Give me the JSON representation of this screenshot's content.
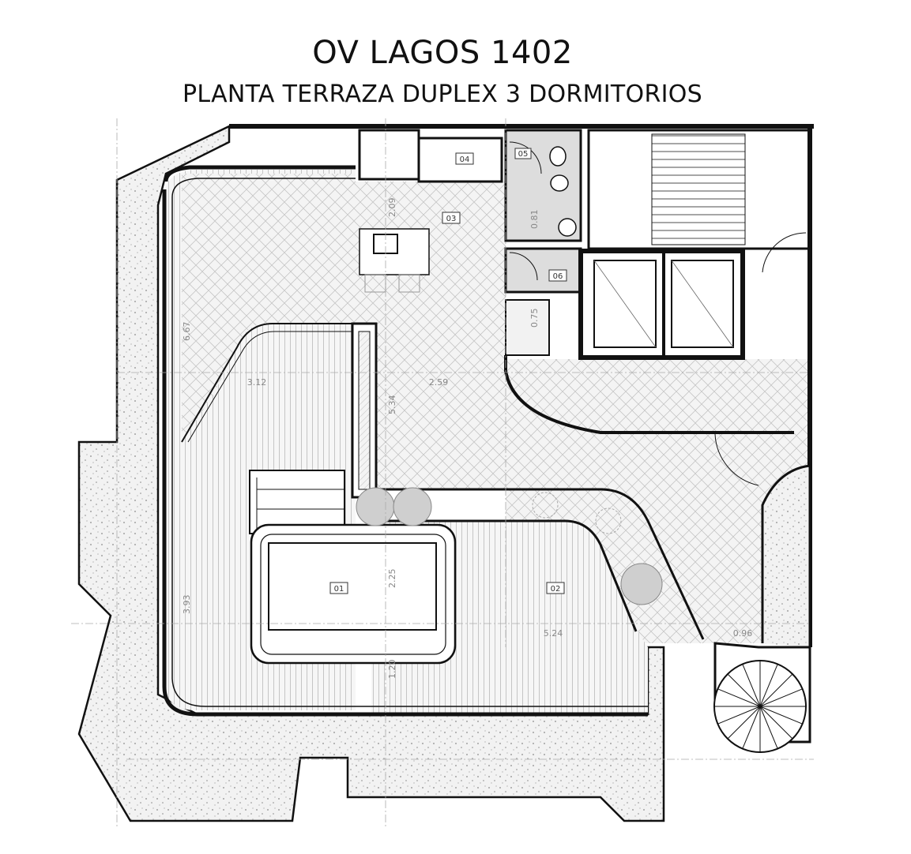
{
  "header": {
    "title": "OV LAGOS 1402",
    "subtitle": "PLANTA TERRAZA DUPLEX 3 DORMITORIOS"
  },
  "room_tags": {
    "t01": "01",
    "t02": "02",
    "t03": "03",
    "t04": "04",
    "t05": "05",
    "t06": "06"
  },
  "dimensions": {
    "d1": "6.67",
    "d2": "2.59",
    "d3": "2.25",
    "d4": "5.24",
    "d5": "3.93",
    "d6": "0.81",
    "d7": "0.96",
    "d8": "1.20",
    "d9": "5.34",
    "d10": "2.09",
    "d11": "3.12",
    "d12": "0.75"
  },
  "colors": {
    "wall": "#111111",
    "pattern": "#9a9a9a",
    "dim_line": "#aaaaaa"
  }
}
